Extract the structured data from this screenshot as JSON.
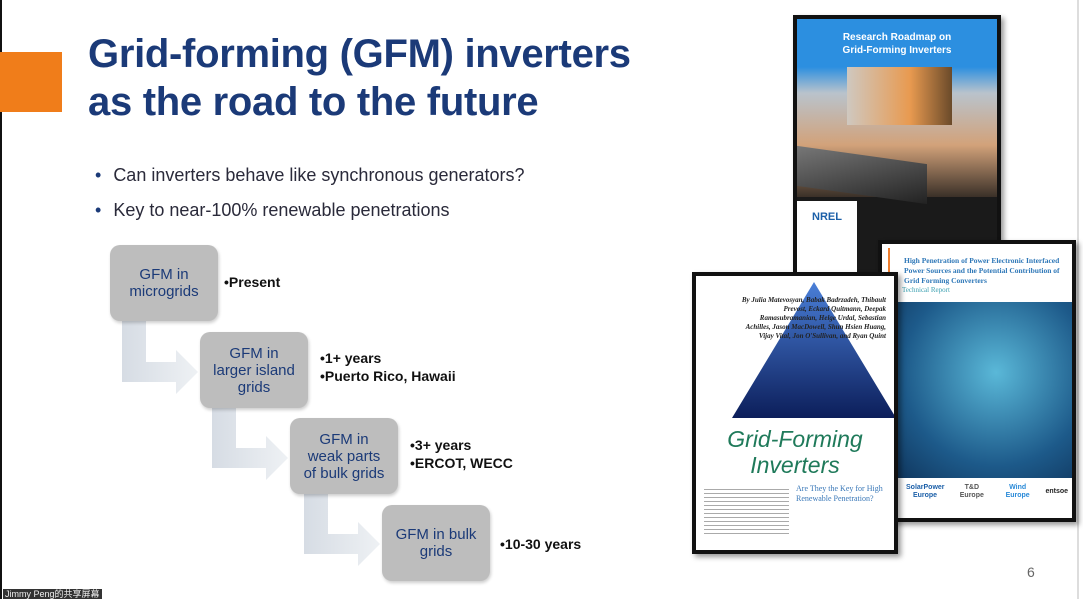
{
  "slide": {
    "title_line1": "Grid-forming (GFM) inverters",
    "title_line2": "as the road to the future",
    "bullets": [
      "Can inverters behave like synchronous generators?",
      "Key to near-100% renewable penetrations"
    ],
    "steps": [
      {
        "box": [
          "GFM in",
          "microgrids"
        ],
        "notes": [
          "•Present"
        ]
      },
      {
        "box": [
          "GFM in",
          "larger island",
          "grids"
        ],
        "notes": [
          "•1+ years",
          "•Puerto Rico, Hawaii"
        ]
      },
      {
        "box": [
          "GFM in",
          "weak parts",
          "of bulk grids"
        ],
        "notes": [
          "•3+ years",
          "•ERCOT, WECC"
        ]
      },
      {
        "box": [
          "GFM in bulk",
          "grids"
        ],
        "notes": [
          "•10-30 years"
        ]
      }
    ],
    "page_number": "6",
    "docs": {
      "nrel": {
        "title1": "Research Roadmap on",
        "title2": "Grid-Forming Inverters",
        "logo": "NREL"
      },
      "report": {
        "title": "High Penetration of Power Electronic Interfaced Power Sources and the Potential Contribution of Grid Forming Converters",
        "subtitle": "Technical Report",
        "logos": [
          "SolarPower Europe",
          "T&D Europe",
          "Wind Europe",
          "entsoe"
        ]
      },
      "magazine": {
        "authors": "By Julia Matevosyan, Babak Badrzadeh, Thibault Prevost, Eckard Quitmann, Deepak Ramasubramanian, Helge Urdal, Sebastian Achilles, Jason MacDowell, Shun Hsien Huang, Vijay Vital, Jon O'Sullivan, and Ryan Quint",
        "title1": "Grid-Forming",
        "title2": "Inverters",
        "subtitle": "Are They the Key for High Renewable Penetration?"
      }
    }
  },
  "share_label": "Jimmy Peng的共享屏幕"
}
